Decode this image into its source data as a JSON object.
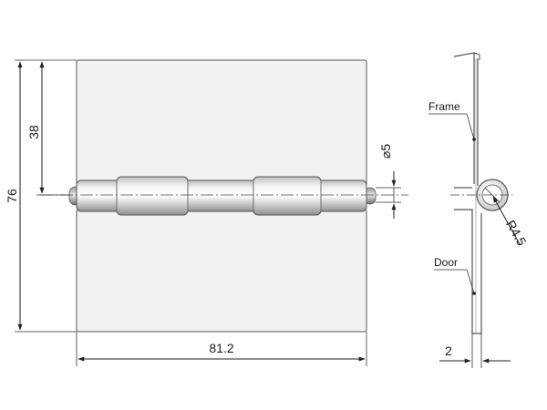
{
  "dimensions": {
    "total_height": "76",
    "half_height": "38",
    "pin_diameter": "⌀5",
    "width": "81.2",
    "thickness": "2",
    "radius": "R4.5"
  },
  "callouts": {
    "frame": "Frame",
    "door": "Door"
  },
  "colors": {
    "leaf_fill": "#f2f2f2",
    "outline": "#555555",
    "dimension_line": "#222222",
    "text": "#1a1a1a"
  }
}
